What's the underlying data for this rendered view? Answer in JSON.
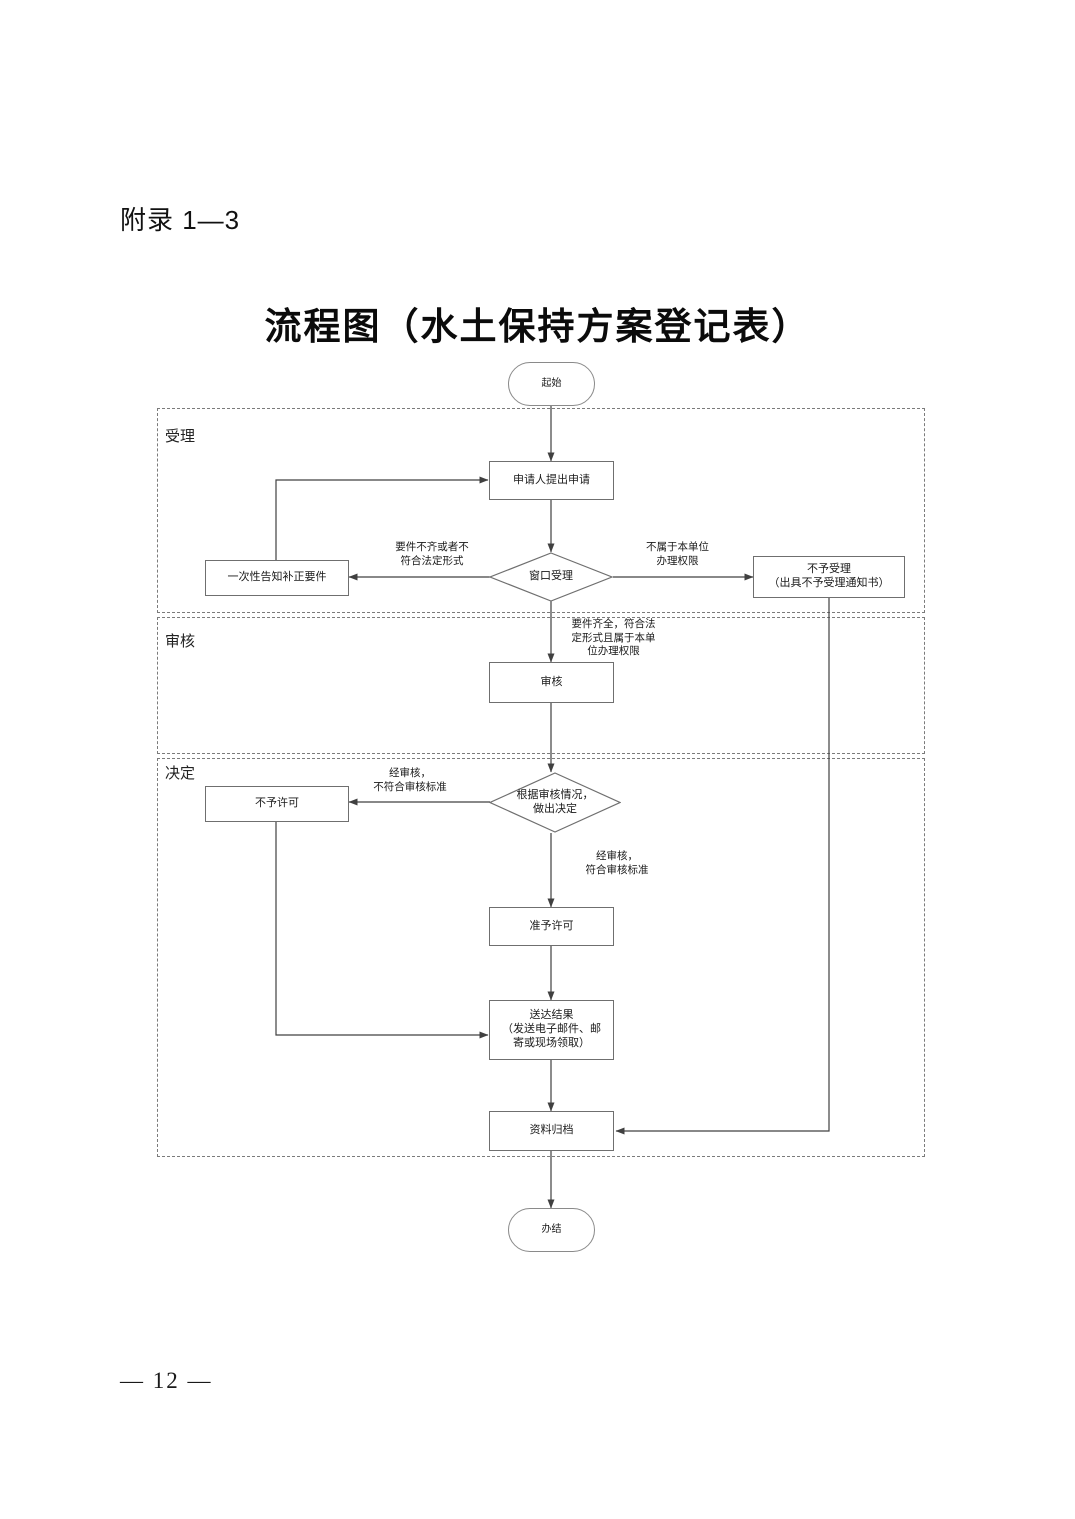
{
  "document": {
    "appendix_label": "附录 1—3",
    "title": "流程图（水土保持方案登记表）",
    "page_footer": "— 12 —"
  },
  "colors": {
    "node_border": "#6f6f6f",
    "lane_border": "#7b7b7b",
    "connector": "#404040",
    "text": "#1a1a1a",
    "background": "#ffffff"
  },
  "diagram": {
    "type": "flowchart",
    "lanes": [
      {
        "id": "lane-acceptance",
        "label": "受理"
      },
      {
        "id": "lane-review",
        "label": "审核"
      },
      {
        "id": "lane-decision",
        "label": "决定"
      }
    ],
    "nodes": [
      {
        "id": "start",
        "shape": "terminator",
        "label": "起始"
      },
      {
        "id": "apply",
        "shape": "process",
        "label": "申请人提出申请"
      },
      {
        "id": "window",
        "shape": "decision",
        "label": "窗口受理"
      },
      {
        "id": "notify-fix",
        "shape": "process",
        "label": "一次性告知补正要件"
      },
      {
        "id": "reject-accept",
        "shape": "process",
        "label": "不予受理\n（出具不予受理通知书）"
      },
      {
        "id": "review",
        "shape": "process",
        "label": "审核"
      },
      {
        "id": "decide",
        "shape": "decision",
        "label": "根据审核情况，\n做出决定"
      },
      {
        "id": "no-permit",
        "shape": "process",
        "label": "不予许可"
      },
      {
        "id": "grant-permit",
        "shape": "process",
        "label": "准予许可"
      },
      {
        "id": "deliver",
        "shape": "process",
        "label": "送达结果\n（发送电子邮件、邮\n寄或现场领取）"
      },
      {
        "id": "archive",
        "shape": "process",
        "label": "资料归档"
      },
      {
        "id": "end",
        "shape": "terminator",
        "label": "办结"
      }
    ],
    "edges": [
      {
        "from": "start",
        "to": "apply",
        "label": ""
      },
      {
        "from": "apply",
        "to": "window",
        "label": ""
      },
      {
        "from": "window",
        "to": "notify-fix",
        "label": "要件不齐或者不\n符合法定形式"
      },
      {
        "from": "window",
        "to": "reject-accept",
        "label": "不属于本单位\n办理权限"
      },
      {
        "from": "notify-fix",
        "to": "apply",
        "label": ""
      },
      {
        "from": "window",
        "to": "review",
        "label": "要件齐全，符合法\n定形式且属于本单\n位办理权限"
      },
      {
        "from": "review",
        "to": "decide",
        "label": ""
      },
      {
        "from": "decide",
        "to": "no-permit",
        "label": "经审核，\n不符合审核标准"
      },
      {
        "from": "decide",
        "to": "grant-permit",
        "label": "经审核，\n符合审核标准"
      },
      {
        "from": "grant-permit",
        "to": "deliver",
        "label": ""
      },
      {
        "from": "no-permit",
        "to": "deliver",
        "label": ""
      },
      {
        "from": "deliver",
        "to": "archive",
        "label": ""
      },
      {
        "from": "reject-accept",
        "to": "archive",
        "label": ""
      },
      {
        "from": "archive",
        "to": "end",
        "label": ""
      }
    ]
  }
}
